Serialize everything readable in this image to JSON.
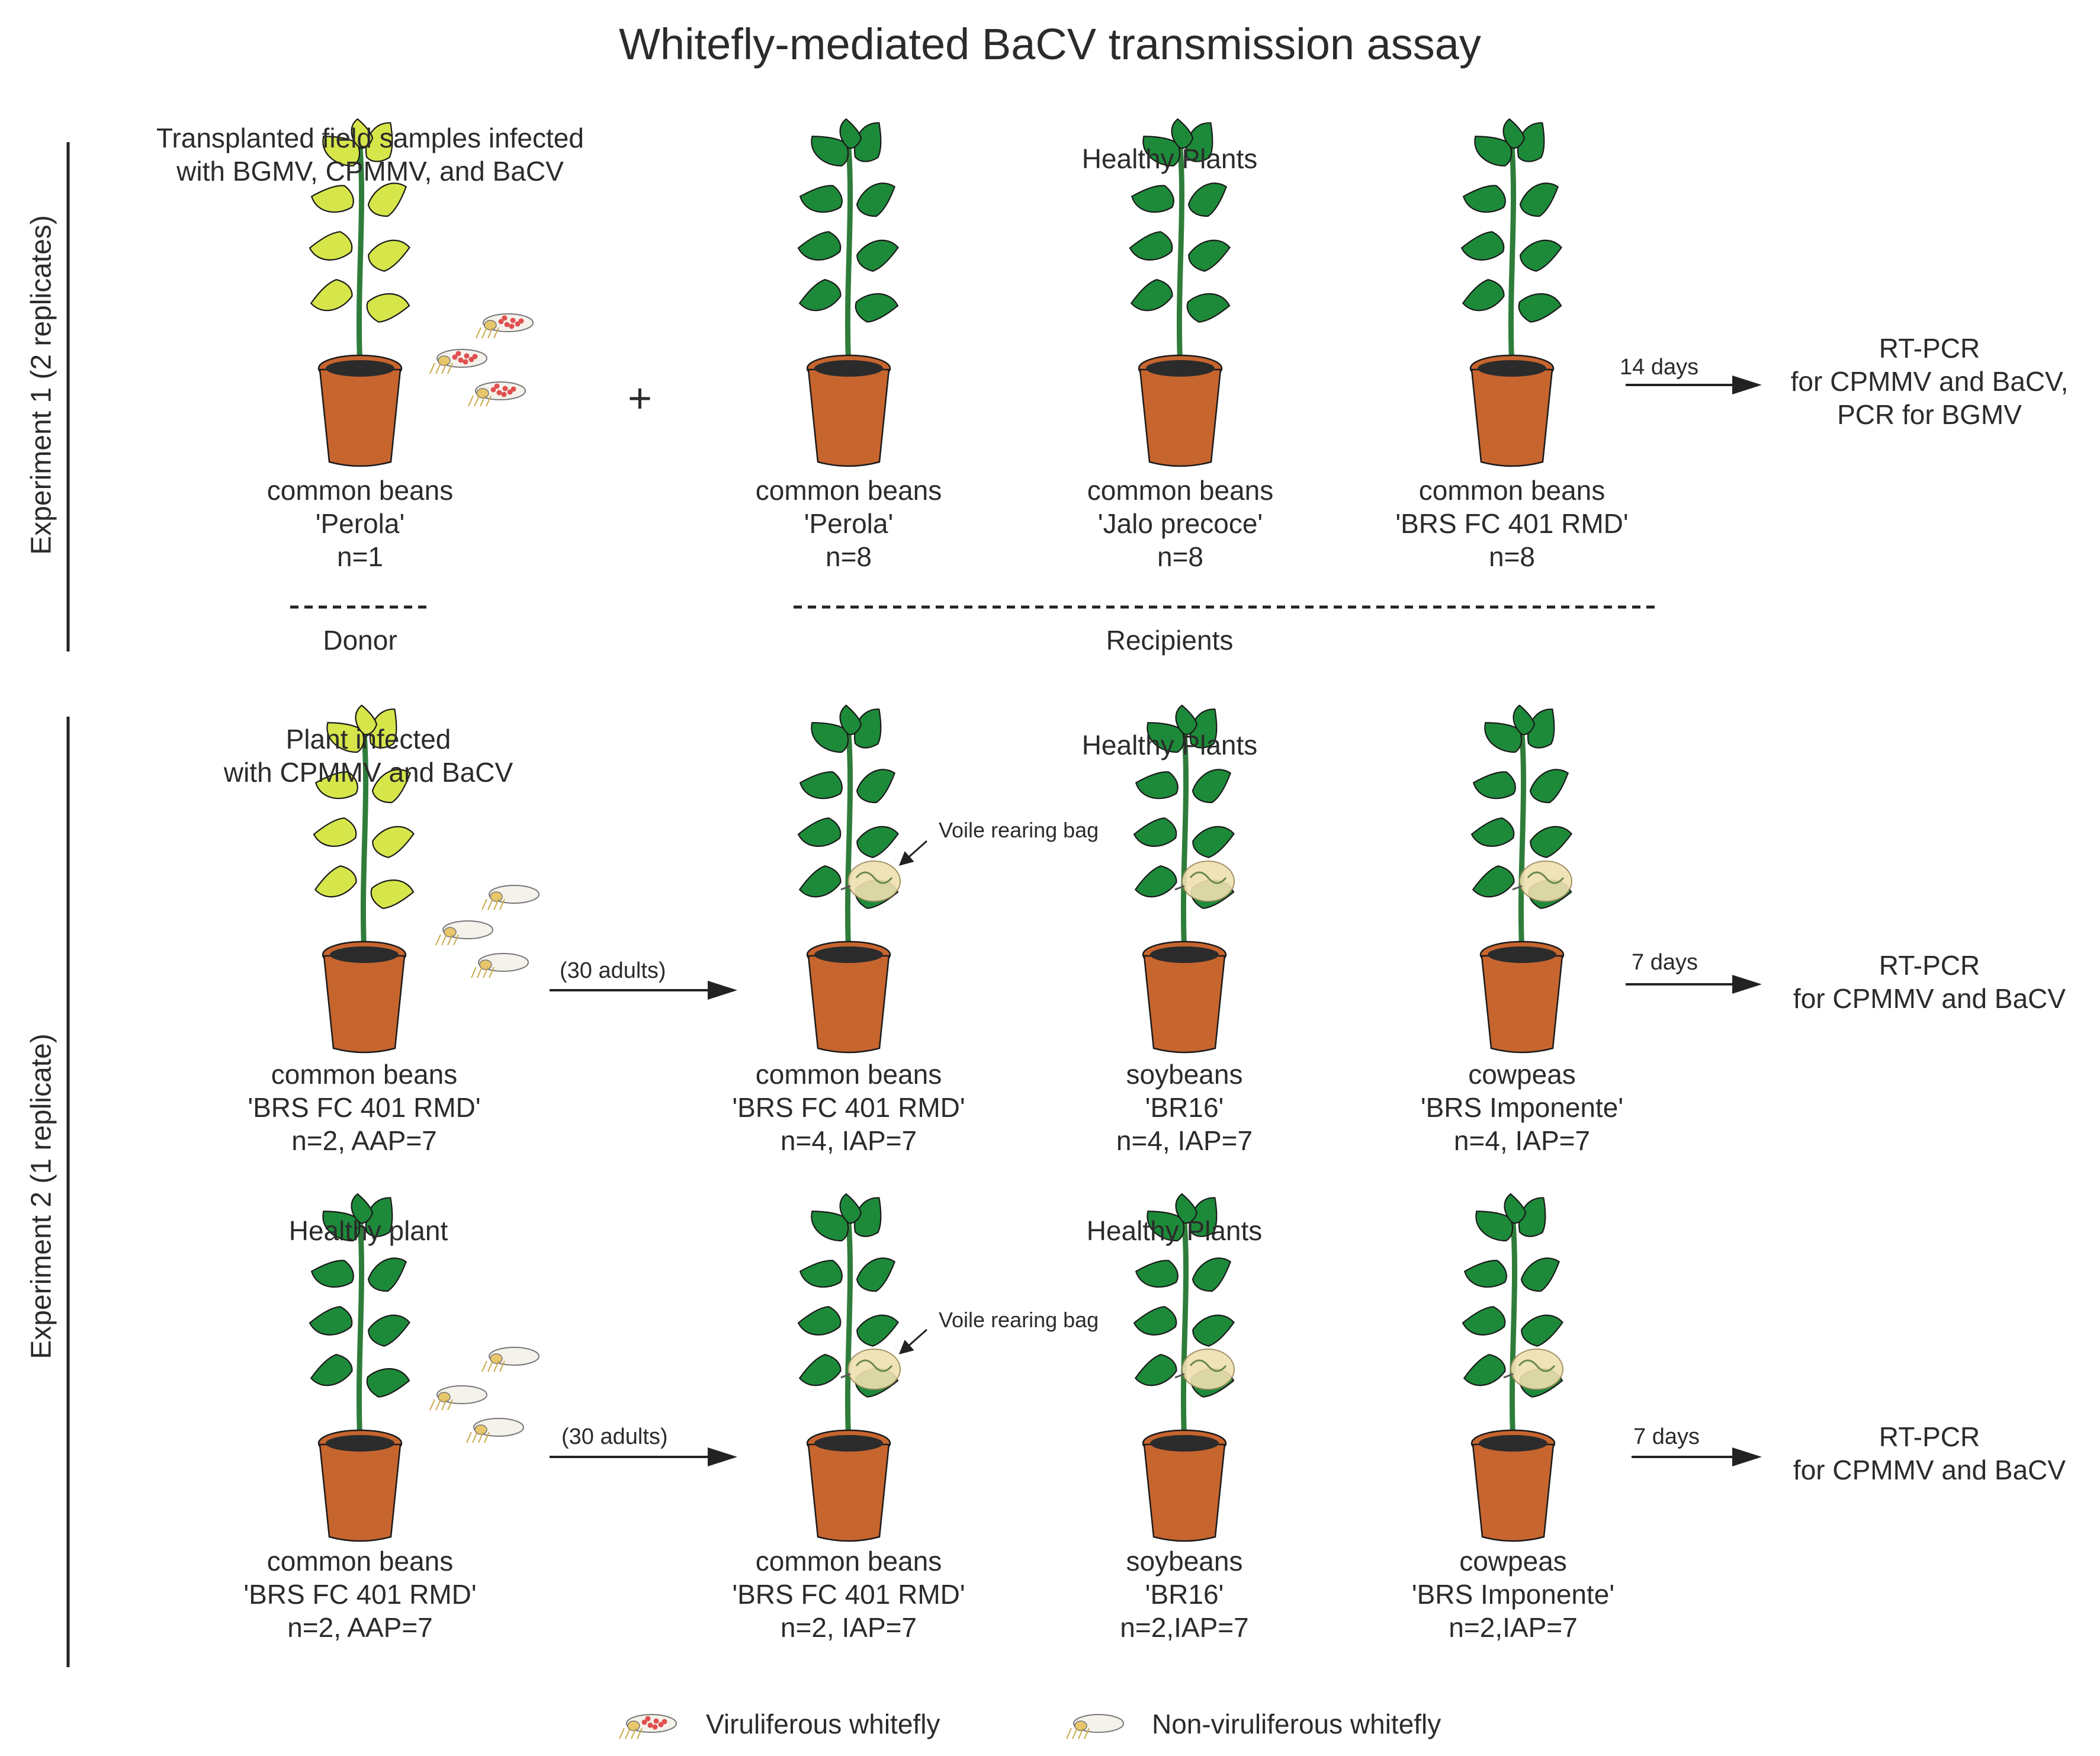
{
  "title": "Whitefly-mediated BaCV transmission assay",
  "experiments": [
    {
      "label": "Experiment 1 (2 replicates)",
      "donor_heading": [
        "Transplanted field samples infected",
        "with BGMV, CPMMV, and BaCV"
      ],
      "recipients_heading": "Healthy Plants",
      "donor": {
        "species": "common beans",
        "cultivar": "'Perola'",
        "n": "n=1"
      },
      "plus": "+",
      "recipients": [
        {
          "species": "common beans",
          "cultivar": "'Perola'",
          "n": "n=8"
        },
        {
          "species": "common beans",
          "cultivar": "'Jalo precoce'",
          "n": "n=8"
        },
        {
          "species": "common beans",
          "cultivar": "'BRS FC 401 RMD'",
          "n": "n=8"
        }
      ],
      "period": "14 days",
      "result": [
        "RT-PCR",
        "for CPMMV and BaCV,",
        "PCR for BGMV"
      ],
      "donor_group": "Donor",
      "recipient_group": "Recipients"
    },
    {
      "label": "Experiment 2 (1 replicate)",
      "rows": [
        {
          "donor_heading": [
            "Plant infected",
            "with CPMMV and BaCV"
          ],
          "recipients_heading": "Healthy Plants",
          "donor": {
            "species": "common beans",
            "cultivar": "'BRS  FC 401 RMD'",
            "n": "n=2, AAP=7"
          },
          "transfer": "(30 adults)",
          "bag_label": "Voile rearing bag",
          "recipients": [
            {
              "species": "common beans",
              "cultivar": "'BRS FC 401 RMD'",
              "n": "n=4, IAP=7"
            },
            {
              "species": "soybeans",
              "cultivar": "'BR16'",
              "n": "n=4, IAP=7"
            },
            {
              "species": "cowpeas",
              "cultivar": "'BRS Imponente'",
              "n": "n=4, IAP=7"
            }
          ],
          "period": "7 days",
          "result": [
            "RT-PCR",
            "for CPMMV and BaCV"
          ]
        },
        {
          "donor_heading": [
            "Healthy plant"
          ],
          "recipients_heading": "Healthy Plants",
          "donor": {
            "species": "common beans",
            "cultivar": "'BRS  FC 401 RMD'",
            "n": "n=2,  AAP=7"
          },
          "transfer": "(30 adults)",
          "bag_label": "Voile rearing bag",
          "recipients": [
            {
              "species": "common beans",
              "cultivar": "'BRS FC 401 RMD'",
              "n": "n=2, IAP=7"
            },
            {
              "species": "soybeans",
              "cultivar": "'BR16'",
              "n": "n=2,IAP=7"
            },
            {
              "species": "cowpeas",
              "cultivar": "'BRS Imponente'",
              "n": "n=2,IAP=7"
            }
          ],
          "period": "7 days",
          "result": [
            "RT-PCR",
            "for CPMMV and BaCV"
          ]
        }
      ]
    }
  ],
  "legend": [
    {
      "label": "Viruliferous whitefly",
      "icon": "viruliferous-whitefly-icon"
    },
    {
      "label": "Non-viruliferous whitefly",
      "icon": "non-viruliferous-whitefly-icon"
    }
  ],
  "colors": {
    "healthy_leaf": "#1d8a3a",
    "infected_leaf": "#d6e64a",
    "stem": "#2f7d3a",
    "pot": "#c7652f",
    "soil": "#2b2b2b",
    "arrow": "#222222",
    "virus_dots": "#e05050",
    "bag": "#efe0b0"
  }
}
